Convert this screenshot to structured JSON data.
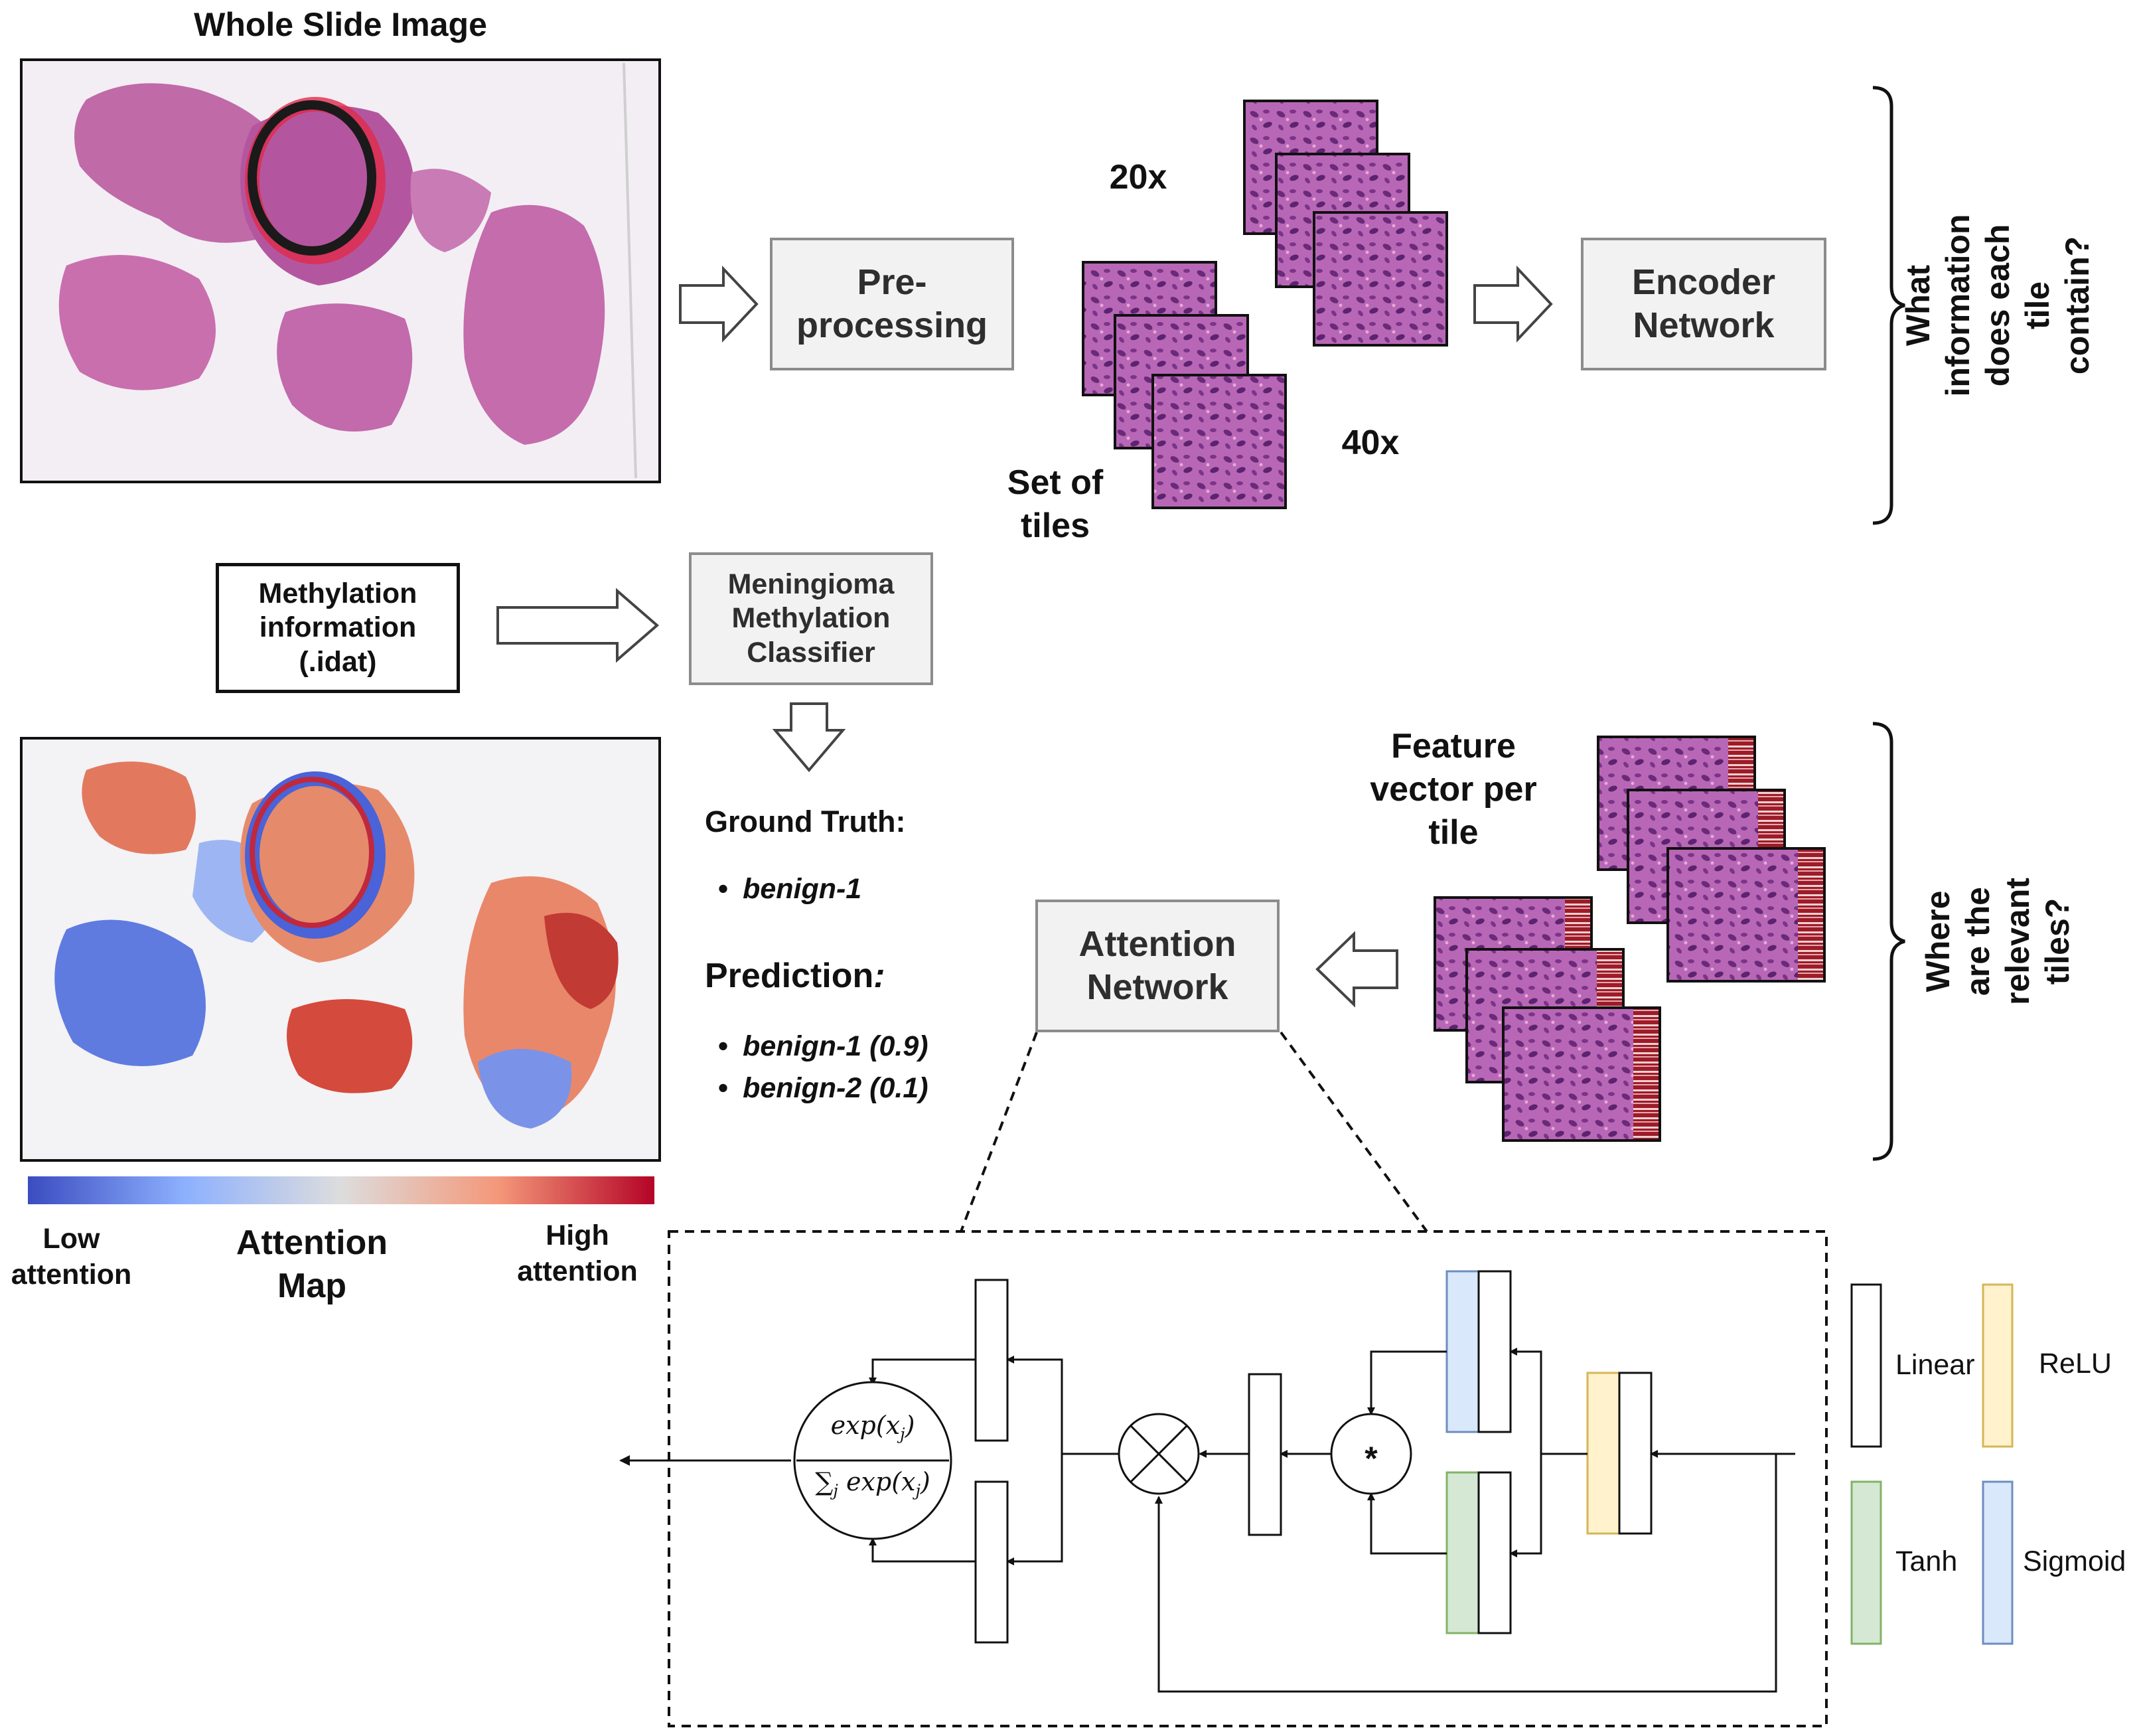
{
  "wsi": {
    "title": "Whole Slide Image"
  },
  "preprocessing": {
    "label": "Pre-\nprocessing"
  },
  "tiles": {
    "mag20": "20x",
    "mag40": "40x",
    "set_label": "Set of\ntiles"
  },
  "encoder": {
    "label": "Encoder\nNetwork"
  },
  "question_top": "What\ninformation\ndoes each\ntile\ncontain?",
  "methylation_input": {
    "label": "Methylation\ninformation\n(.idat)"
  },
  "classifier": {
    "label": "Meningioma\nMethylation\nClassifier"
  },
  "results": {
    "ground_truth_title": "Ground Truth:",
    "ground_truth": [
      "benign-1"
    ],
    "prediction_title": "Prediction",
    "prediction_colon": ":",
    "predictions": [
      "benign-1 (0.9)",
      "benign-2 (0.1)"
    ],
    "bullet": "•"
  },
  "feature": {
    "label": "Feature\nvector per\ntile"
  },
  "attention_network": {
    "label": "Attention\nNetwork"
  },
  "question_bottom": "Where\nare the\nrelevant\ntiles?",
  "attention_map": {
    "low": "Low\nattention",
    "title": "Attention\nMap",
    "high": "High\nattention",
    "colors": [
      "#3b4cc0",
      "#8db0fe",
      "#dddddd",
      "#f4987a",
      "#b40426"
    ]
  },
  "softmax": {
    "numerator": "exp(x",
    "sub": "j",
    "close": ")",
    "sum": "∑",
    "denominator": "exp(x"
  },
  "multiply_symbol": "*",
  "legend": {
    "items": [
      {
        "name": "Linear",
        "color": "#ffffff"
      },
      {
        "name": "ReLU",
        "color": "#fff2cc"
      },
      {
        "name": "Tanh",
        "color": "#d5e8d4"
      },
      {
        "name": "Sigmoid",
        "color": "#dae8fc"
      }
    ]
  },
  "colors": {
    "tissue_pink": "#c06aa8",
    "tile_purple": "#b05ab0",
    "box_grey": "#f2f2f2",
    "feature_red": "#9c1c28"
  }
}
